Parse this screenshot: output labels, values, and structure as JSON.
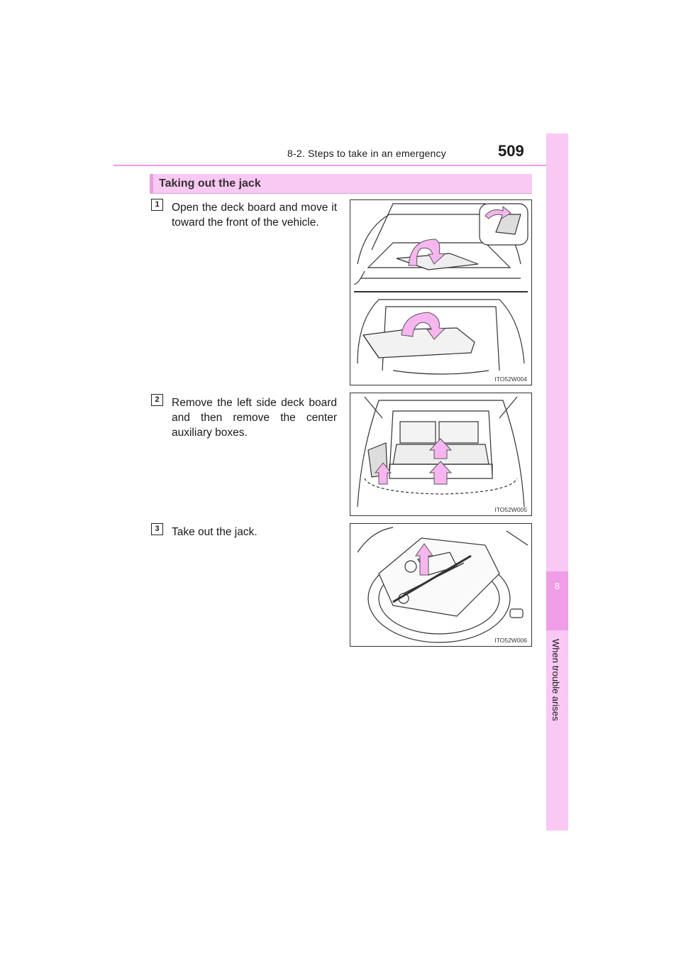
{
  "header": {
    "section_label": "8-2. Steps to take in an emergency",
    "page_number": "509"
  },
  "side_tab": {
    "chapter_number": "8",
    "chapter_title": "When trouble arises"
  },
  "section": {
    "title": "Taking out the jack"
  },
  "steps": [
    {
      "number": "1",
      "text": "Open the deck board and move it toward the front of the vehicle.",
      "figure_code": "ITO52W004"
    },
    {
      "number": "2",
      "text": "Remove the left side deck board and then remove the center auxiliary boxes.",
      "figure_code": "ITO52W005"
    },
    {
      "number": "3",
      "text": "Take out the jack.",
      "figure_code": "ITO52W006"
    }
  ],
  "colors": {
    "accent_pink": "#f39be9",
    "tab_pink": "#f9c8f3",
    "arrow_pink": "#f7b6ef"
  }
}
